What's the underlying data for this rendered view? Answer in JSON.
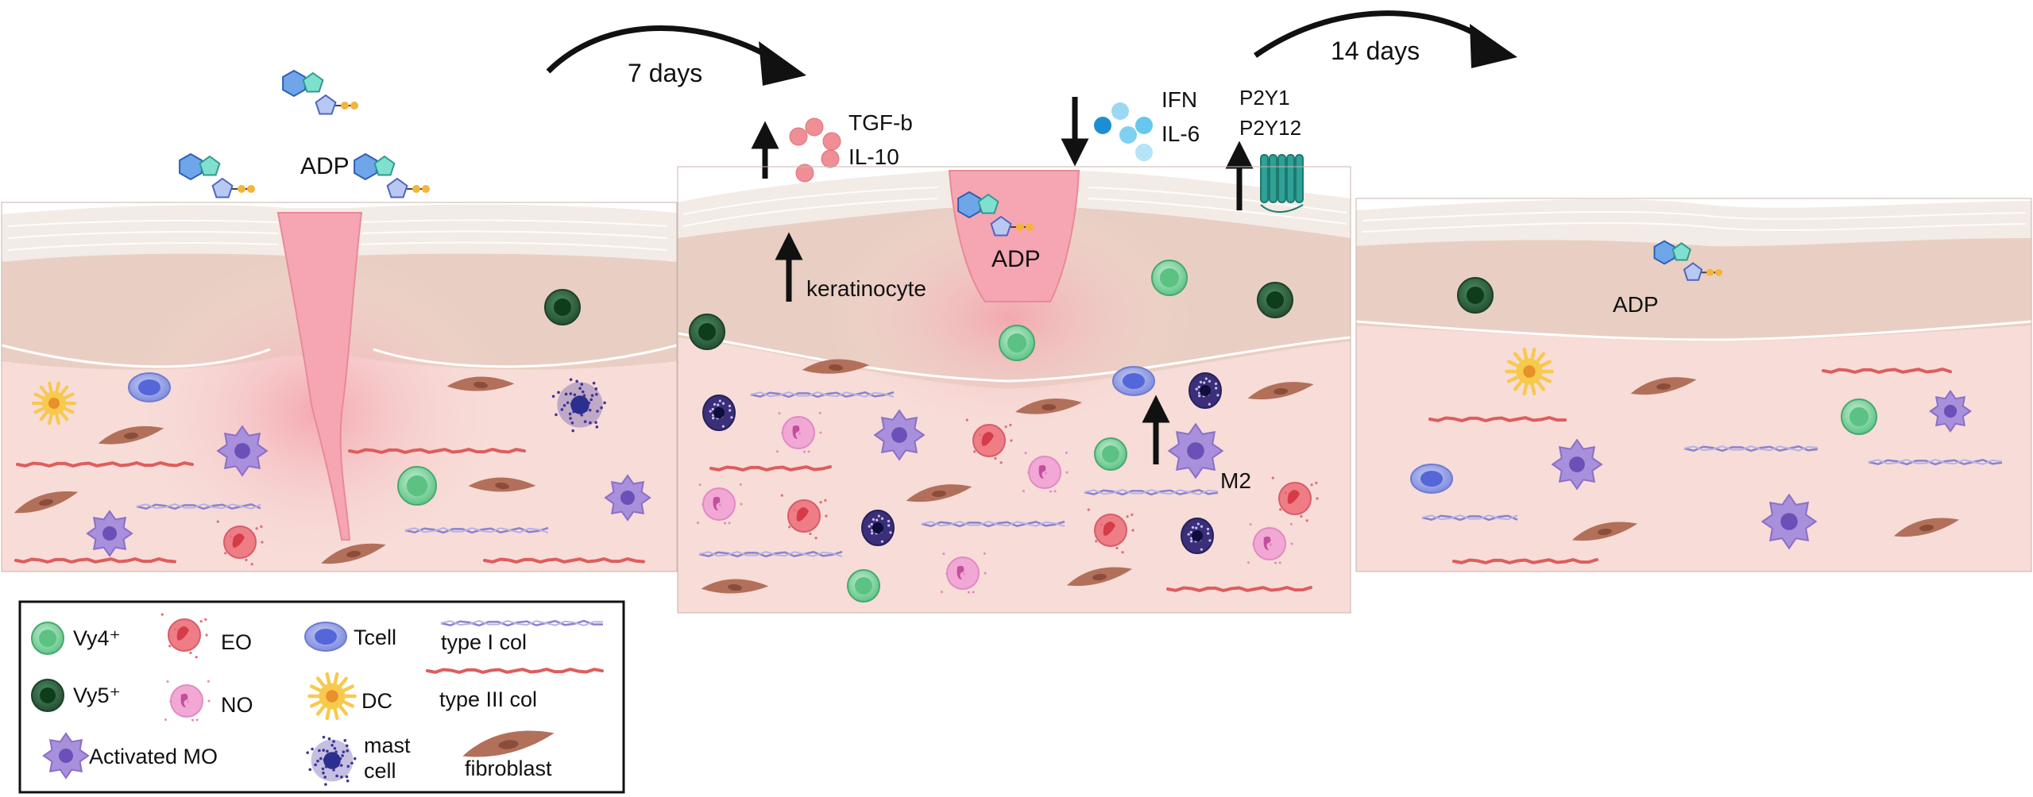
{
  "panel1": {
    "adp_label": "ADP"
  },
  "transition1": {
    "label": "7 days"
  },
  "panel2": {
    "cytokines_up": [
      "TGF-b",
      "IL-10"
    ],
    "cytokines_down": [
      "IFN",
      "IL-6"
    ],
    "receptors": [
      "P2Y1",
      "P2Y12"
    ],
    "keratinocyte_label": "keratinocyte",
    "adp_label": "ADP",
    "m2_label": "M2"
  },
  "transition2": {
    "label": "14 days"
  },
  "panel3": {
    "adp_label": "ADP"
  },
  "legend": {
    "vy4": "Vy4⁺",
    "vy5": "Vy5⁺",
    "activated_mo": "Activated MO",
    "eo": "EO",
    "no": "NO",
    "tcell": "Tcell",
    "dc": "DC",
    "mast_line1": "mast",
    "mast_line2": "cell",
    "type1": "type I col",
    "type3": "type III col",
    "fibroblast": "fibroblast"
  },
  "colors": {
    "dermis": "#f7dcd8",
    "epidermis": "#e9cfc3",
    "stratum": "#f3ebe6",
    "wound": "#f6a5b3",
    "vy4": "#7fd59d",
    "vy5": "#2f6f45",
    "tcell": "#8e9be8",
    "dc": "#f7c94d",
    "mo": "#a890dc",
    "eo": "#ee7d86",
    "no": "#f1a8d5",
    "fibroblast": "#b2705a",
    "col1": "#8a82cc",
    "col3": "#dd5d5d",
    "cytokine_red": "#ef8e94",
    "cytokine_blue": "#67c8ef",
    "receptor": "#2fa197"
  }
}
